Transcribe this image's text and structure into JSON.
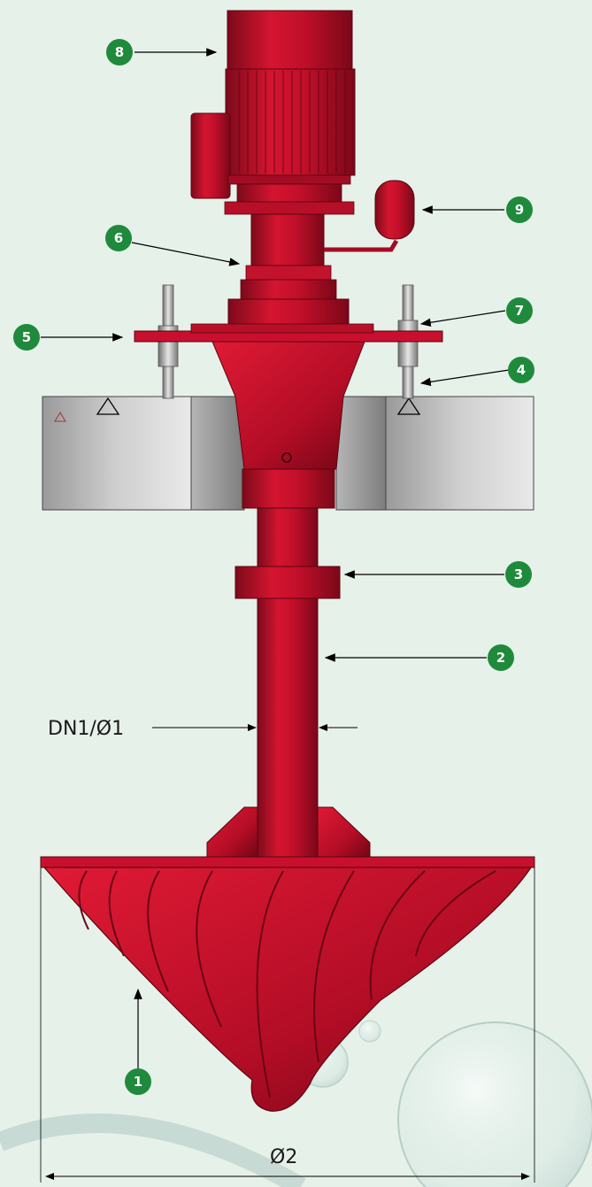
{
  "diagram": {
    "subject": "vertical-mixer-pump",
    "callouts": [
      {
        "id": "1",
        "label": "1"
      },
      {
        "id": "2",
        "label": "2"
      },
      {
        "id": "3",
        "label": "3"
      },
      {
        "id": "4",
        "label": "4"
      },
      {
        "id": "5",
        "label": "5"
      },
      {
        "id": "6",
        "label": "6"
      },
      {
        "id": "7",
        "label": "7"
      },
      {
        "id": "8",
        "label": "8"
      },
      {
        "id": "9",
        "label": "9"
      }
    ],
    "dimensions": {
      "pipe": "DN1/Ø1",
      "diameter": "Ø2"
    },
    "colors": {
      "background": "#e6f1ea",
      "callout_badge": "#1f8a3c",
      "machine_red": "#c8102e",
      "machine_dark": "#8e0b1f",
      "concrete_light": "#d8d8d8",
      "concrete_dark": "#8c8c8c"
    }
  }
}
